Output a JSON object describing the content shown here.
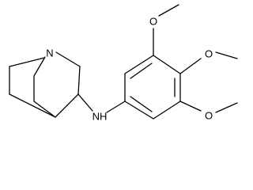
{
  "molecule": {
    "atom_labels": {
      "bridgehead_n": "N",
      "amine_nh": "NH",
      "methoxy_top_o": "O",
      "methoxy_mid_o": "O",
      "methoxy_bottom_o": "O"
    },
    "colors": {
      "bond": "#000000",
      "label": "#000000",
      "background": "#ffffff"
    }
  }
}
